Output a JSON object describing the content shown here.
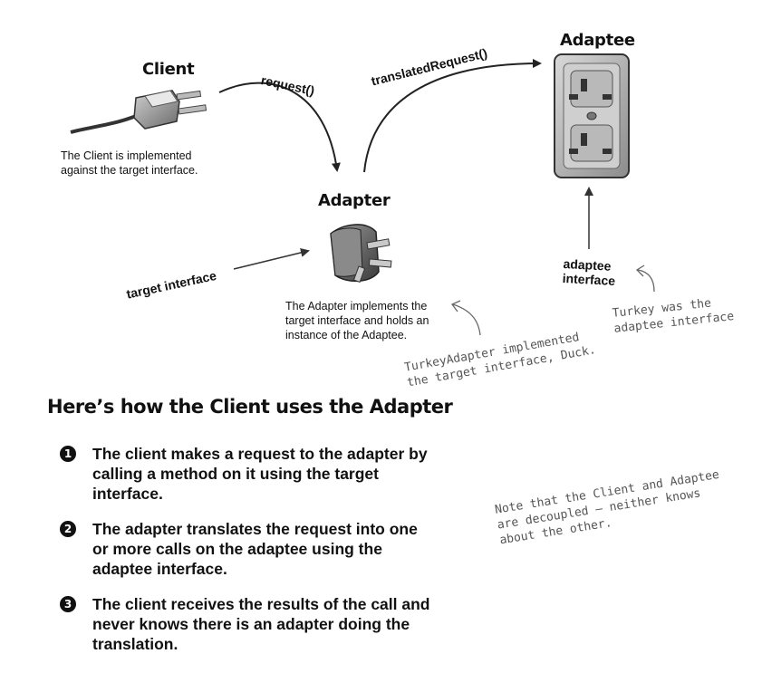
{
  "titles": {
    "client": "Client",
    "adapter": "Adapter",
    "adaptee": "Adaptee"
  },
  "arrows": {
    "request": "request()",
    "translated_request": "translatedRequest()",
    "target_interface": "target interface",
    "adaptee_interface": "adaptee\ninterface"
  },
  "descriptions": {
    "client": "The Client is implemented against the target interface.",
    "adapter": "The Adapter implements the target interface and holds an instance of the Adaptee."
  },
  "notes": {
    "turkey_adapter": "TurkeyAdapter implemented\nthe target interface, Duck.",
    "turkey": "Turkey was the\nadaptee interface",
    "decoupled": "Note that the Client and Adaptee\nare decoupled – neither knows\nabout the other."
  },
  "heading": "Here’s how the Client uses the Adapter",
  "steps": [
    {
      "number": "1",
      "text": "The client makes a request to the adapter by calling a method on it using the target interface."
    },
    {
      "number": "2",
      "text": "The adapter translates the request into one or more calls on the adaptee using the adaptee interface."
    },
    {
      "number": "3",
      "text": "The client receives the results of the call and never knows there is an adapter doing the translation."
    }
  ]
}
